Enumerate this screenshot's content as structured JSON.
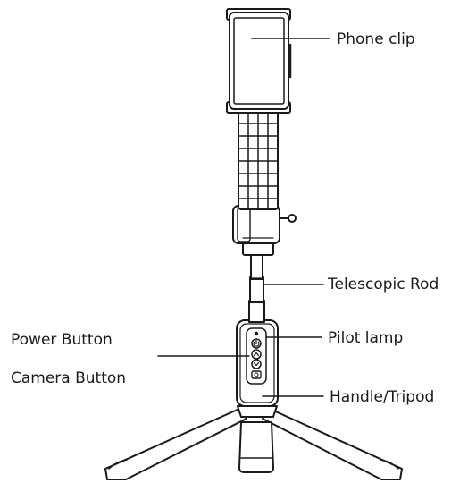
{
  "labels": {
    "phone_clip": "Phone clip",
    "telescopic_rod": "Telescopic Rod",
    "power_button": "Power Button",
    "pilot_lamp": "Pilot lamp",
    "camera_button": "Camera Button",
    "handle_tripod": "Handle/Tripod"
  },
  "colors": {
    "line": "#1a1a1a",
    "fill": "#ffffff",
    "text": "#1a1a1a"
  }
}
